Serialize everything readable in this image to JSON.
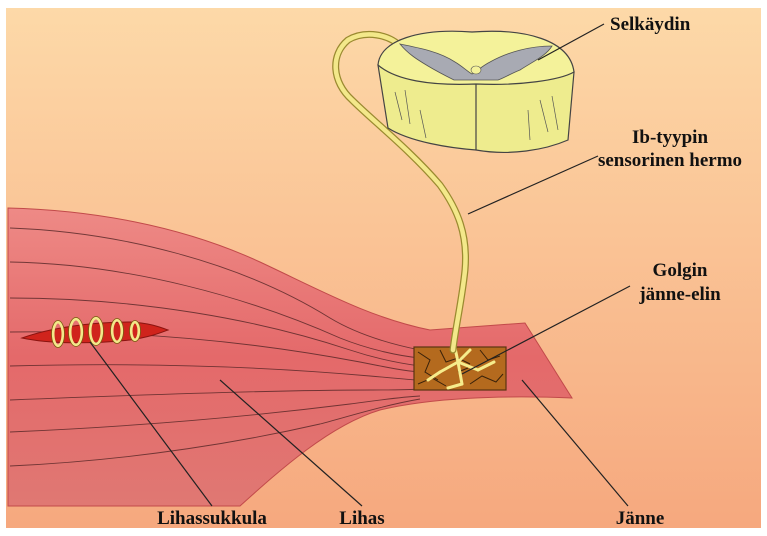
{
  "labels": {
    "spinal_cord": "Selkäydin",
    "nerve_line1": "Ib-tyypin",
    "nerve_line2": "sensorinen hermo",
    "golgi_line1": "Golgin",
    "golgi_line2": "jänne-elin",
    "muscle_spindle": "Lihassukkula",
    "muscle": "Lihas",
    "tendon": "Jänne"
  },
  "colors": {
    "background_top": "#fdd9a8",
    "background_bottom": "#f6a87e",
    "muscle": "#e4696a",
    "muscle_edge": "#c24a4a",
    "spinal_white_matter": "#f4f29a",
    "spinal_grey_matter": "#a8aab3",
    "nerve": "#f3e88a",
    "golgi_body": "#b46a1e",
    "spindle": "#d0241c",
    "spindle_coil": "#f3e88a"
  }
}
